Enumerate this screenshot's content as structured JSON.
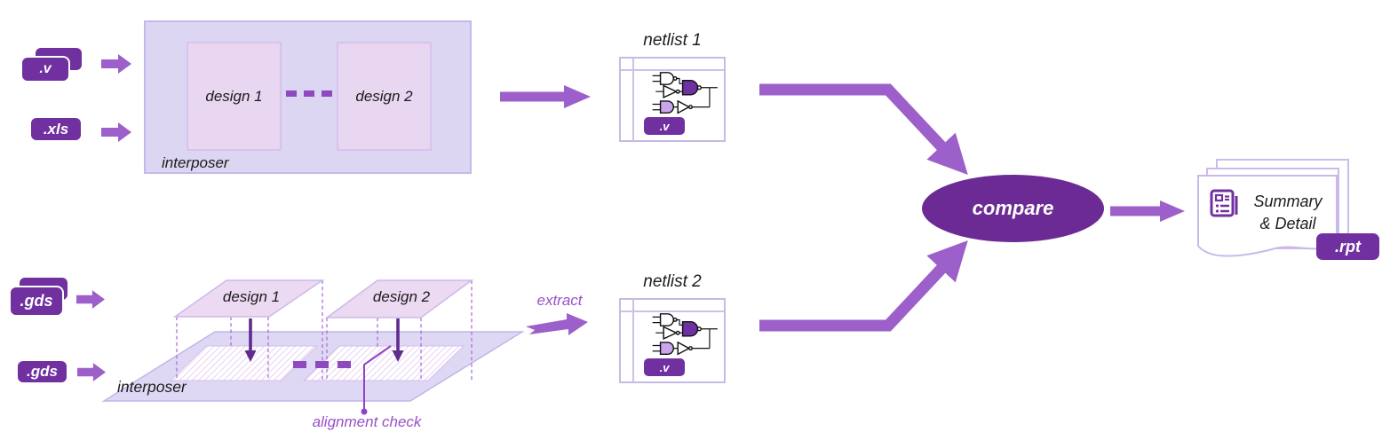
{
  "colors": {
    "dark_purple": "#7030a0",
    "ellipse_purple": "#6c2b94",
    "arrow_purple": "#9d5fca",
    "dash_purple": "#8d49bd",
    "down_arrow_purple": "#5f2b8e",
    "light_border": "#c9b9e8",
    "lavender_fill": "#dcd6f3",
    "design_fill": "#e9d6f1",
    "note_purple": "#9a4fc8"
  },
  "top_flow": {
    "input_badges": [
      ".v",
      ".xls"
    ],
    "interposer": {
      "label": "interposer",
      "design1": "design 1",
      "design2": "design 2"
    },
    "netlist": {
      "title": "netlist 1",
      "badge": ".v"
    }
  },
  "bottom_flow": {
    "input_badges": [
      ".gds",
      ".gds"
    ],
    "interposer": {
      "label": "interposer",
      "design1": "design 1",
      "design2": "design 2"
    },
    "alignment_label": "alignment check",
    "extract_label": "extract",
    "netlist": {
      "title": "netlist 2",
      "badge": ".v"
    }
  },
  "compare": {
    "label": "compare"
  },
  "report": {
    "line1": "Summary",
    "line2": "& Detail",
    "badge": ".rpt"
  }
}
